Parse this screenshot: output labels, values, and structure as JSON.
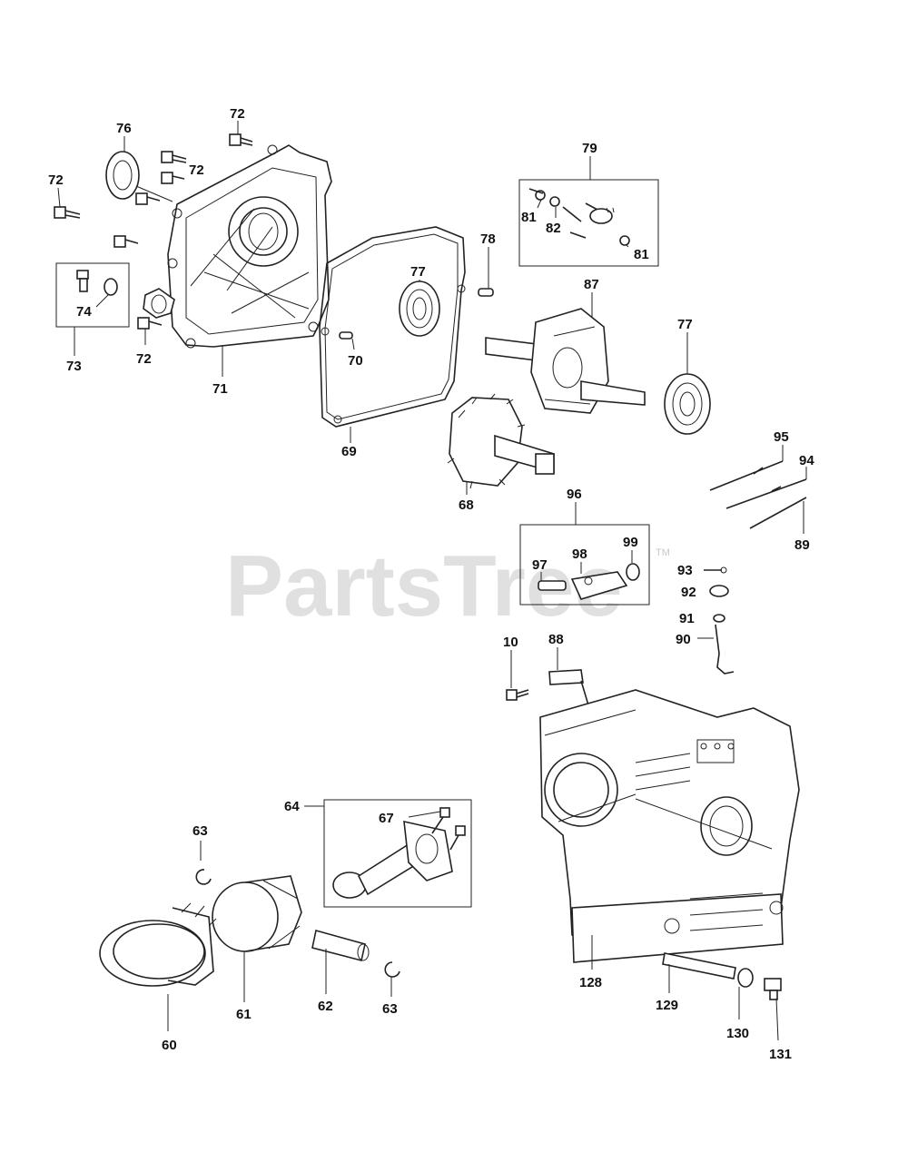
{
  "watermark": {
    "brand": "PartsTree",
    "trademark": "TM"
  },
  "callouts": {
    "c76": "76",
    "c72a": "72",
    "c72b": "72",
    "c72c": "72",
    "c72d": "72",
    "c74": "74",
    "c73": "73",
    "c71": "71",
    "c79": "79",
    "c81a": "81",
    "c82": "82",
    "c81b": "81",
    "c78": "78",
    "c77a": "77",
    "c70": "70",
    "c69": "69",
    "c87": "87",
    "c77b": "77",
    "c68": "68",
    "c95": "95",
    "c94": "94",
    "c89": "89",
    "c96": "96",
    "c97": "97",
    "c98": "98",
    "c99": "99",
    "c93": "93",
    "c92": "92",
    "c91": "91",
    "c90": "90",
    "c10": "10",
    "c88": "88",
    "c64": "64",
    "c67": "67",
    "c63a": "63",
    "c63b": "63",
    "c61": "61",
    "c62": "62",
    "c60": "60",
    "c128": "128",
    "c129": "129",
    "c130": "130",
    "c131": "131"
  }
}
